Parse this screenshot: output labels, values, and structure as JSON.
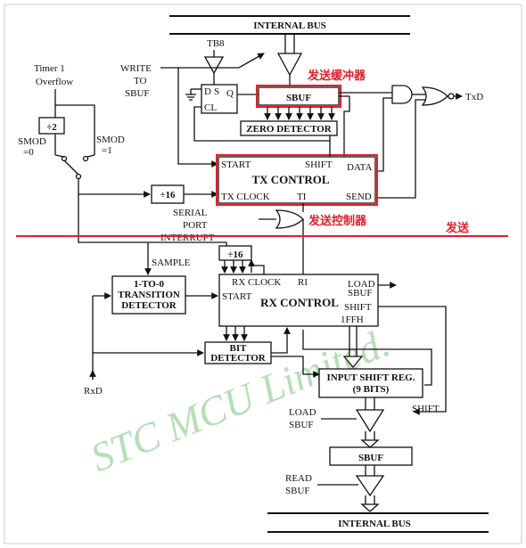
{
  "labels": {
    "internal_bus_top": "INTERNAL BUS",
    "internal_bus_bottom": "INTERNAL BUS",
    "tb8": "TB8",
    "timer1_line1": "Timer 1",
    "timer1_line2": "Overflow",
    "write_line1": "WRITE",
    "write_line2": "TO",
    "write_line3": "SBUF",
    "div2": "÷2",
    "smod0_line1": "SMOD",
    "smod0_line2": "=0",
    "smod1_line1": "SMOD",
    "smod1_line2": "=1",
    "div16_tx": "÷16",
    "div16_rx": "÷16",
    "ff_d": "D",
    "ff_s": "S",
    "ff_q": "Q",
    "ff_cl": "CL",
    "sbuf_tx": "SBUF",
    "zero_detector": "ZERO DETECTOR",
    "tx_start": "START",
    "tx_shift": "SHIFT",
    "tx_data": "DATA",
    "tx_control": "TX CONTROL",
    "tx_clock": "TX CLOCK",
    "tx_ti": "TI",
    "tx_send": "SEND",
    "txd": "TxD",
    "serial_line1": "SERIAL",
    "serial_line2": "PORT",
    "serial_line3": "INTERRUPT",
    "sample": "SAMPLE",
    "transition_line1": "1-TO-0",
    "transition_line2": "TRANSITION",
    "transition_line3": "DETECTOR",
    "rx_clock": "RX CLOCK",
    "rx_ri": "RI",
    "rx_load": "LOAD",
    "rx_load_sbuf": "SBUF",
    "rx_start": "START",
    "rx_control": "RX CONTROL",
    "rx_shift": "SHIFT",
    "rx_1ffh": "1FFH",
    "bit_line1": "BIT",
    "bit_line2": "DETECTOR",
    "rxd": "RxD",
    "isr_line1": "INPUT SHIFT REG.",
    "isr_line2": "(9 BITS)",
    "isr_shift": "SHIFT",
    "load_line1": "LOAD",
    "load_line2": "SBUF",
    "sbuf_rx": "SBUF",
    "read_line1": "READ",
    "read_line2": "SBUF"
  },
  "annotations": {
    "tx_buffer": "发送缓冲器",
    "tx_controller": "发送控制器",
    "send": "发送"
  },
  "watermark": "STC  MCU  Limited.",
  "colors": {
    "annotation_red": "#e0202a",
    "watermark_green": "#9fd39f",
    "line": "#111111"
  }
}
